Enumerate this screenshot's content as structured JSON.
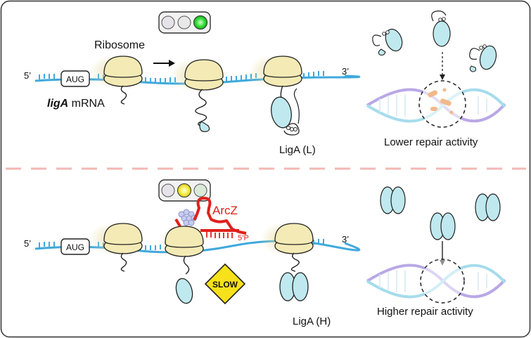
{
  "top": {
    "five_prime": "5’",
    "three_prime": "3’",
    "start_codon": "AUG",
    "ribosome_label": "Ribosome",
    "mrna_gene": "ligA",
    "mrna_suffix": " mRNA",
    "product_label": "LigA (L)",
    "repair_label": "Lower repair activity",
    "traffic_light_active": "green"
  },
  "bottom": {
    "five_prime": "5’",
    "three_prime": "3’",
    "start_codon": "AUG",
    "srna_label": "ArcZ",
    "srna_end": "5’P",
    "slow_sign": "SLOW",
    "product_label": "LigA (H)",
    "repair_label": "Higher repair activity",
    "traffic_light_active": "yellow"
  },
  "colors": {
    "mrna": "#3fa9dc",
    "ribosome": "#f3eab5",
    "protein": "#bfe9ef",
    "arcz": "#e0201b",
    "divider": "#f3b8b3",
    "slow_sign": "#f7e11a",
    "light_green": "#35e03a",
    "light_yellow": "#f5ef4a"
  }
}
